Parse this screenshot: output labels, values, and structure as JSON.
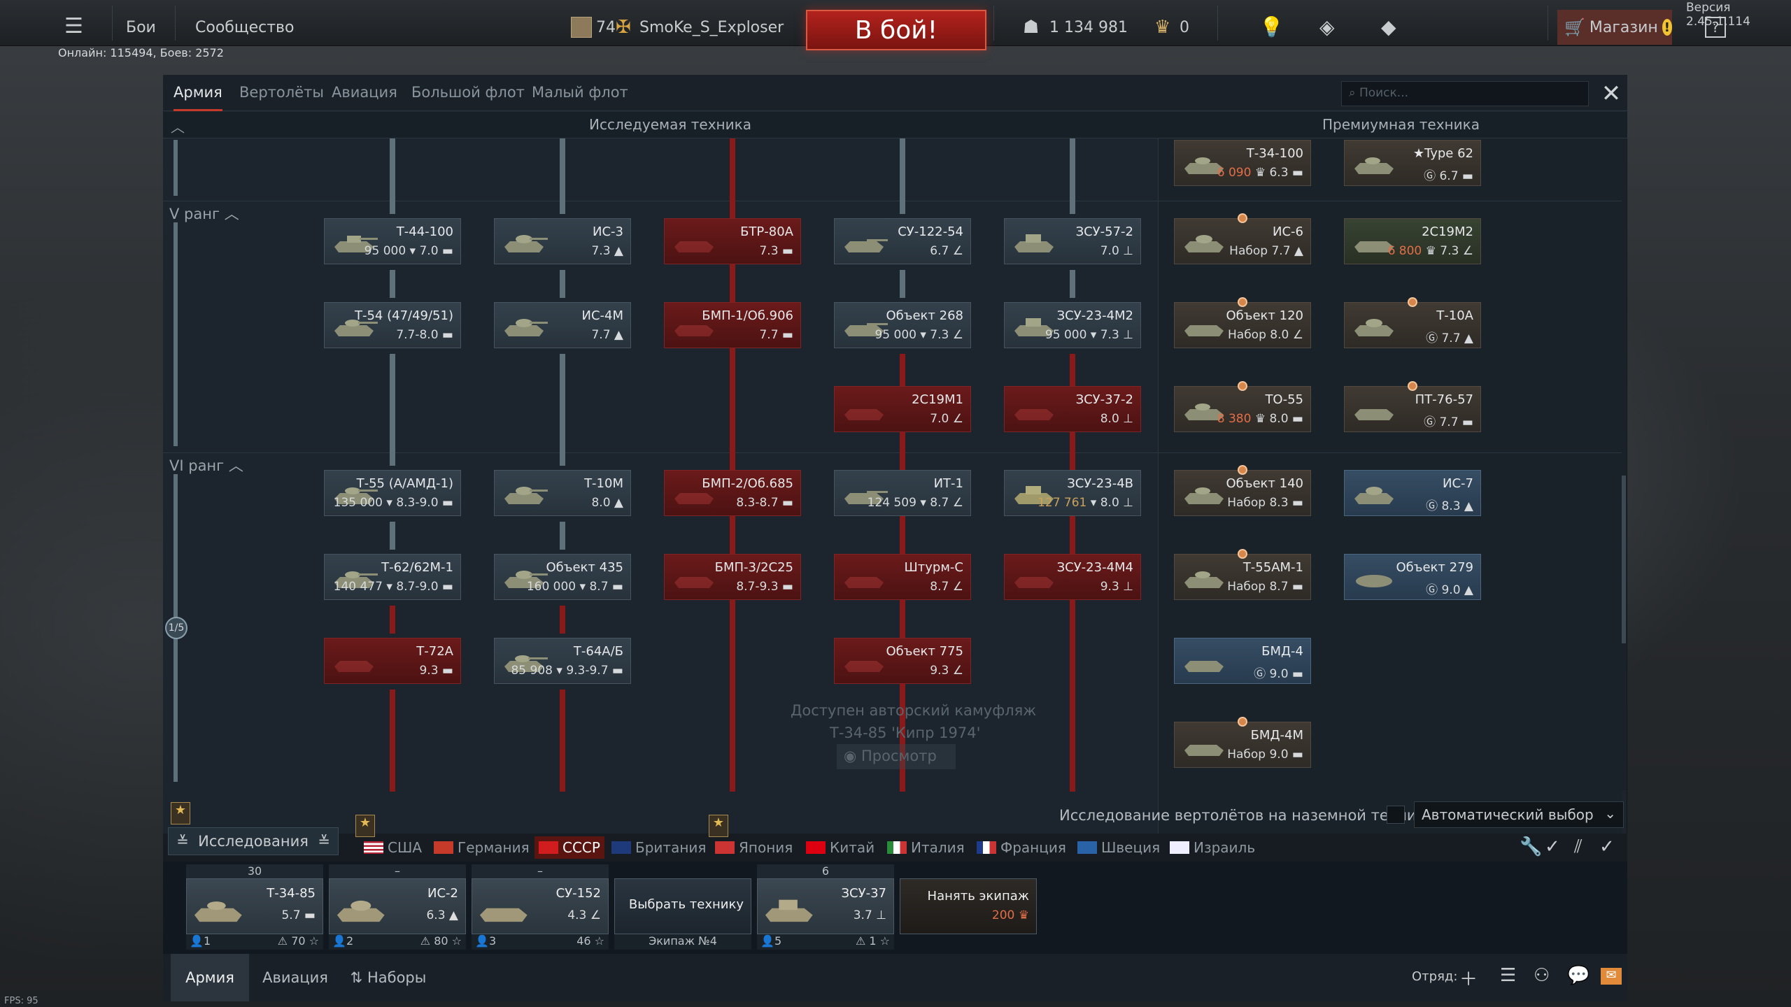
{
  "version": "Версия 2.45.1.114",
  "topbar": {
    "menu": "☰",
    "battles": "Бои",
    "community": "Сообщество",
    "level": "74",
    "username": "SmoKe_S_Exploser",
    "fight": "В бой!",
    "silver": "1 134 981",
    "gold": "0",
    "shop": "Магазин",
    "help": "?"
  },
  "online": "Онлайн: 115494, Боев: 2572",
  "tabs": [
    "Армия",
    "Вертолёты",
    "Авиация",
    "Большой флот",
    "Малый флот"
  ],
  "search_placeholder": "Поиск...",
  "close": "✕",
  "headers": {
    "research": "Исследуемая техника",
    "premium": "Премиумная техника"
  },
  "ranks": {
    "r5": "V ранг",
    "r6": "VI ранг"
  },
  "progress_badge": "1/5",
  "camo": {
    "line1": "Доступен авторский камуфляж",
    "line2": "Т-34-85 'Кипр 1974'",
    "btn": "Просмотр"
  },
  "vehicles": {
    "t44": {
      "name": "Т-44-100",
      "stat": "95 000",
      "br": "7.0"
    },
    "is3": {
      "name": "ИС-3",
      "br": "7.3"
    },
    "btr80": {
      "name": "БТР-80А",
      "br": "7.3"
    },
    "su122": {
      "name": "СУ-122-54",
      "br": "6.7"
    },
    "zsu57": {
      "name": "ЗСУ-57-2",
      "br": "7.0"
    },
    "t54": {
      "name": "Т-54 (47/49/51)",
      "br": "7.7-8.0"
    },
    "is4": {
      "name": "ИС-4М",
      "br": "7.7"
    },
    "bmp1": {
      "name": "БМП-1/Об.906",
      "br": "7.7"
    },
    "ob268": {
      "name": "Объект 268",
      "stat": "95 000",
      "br": "7.3"
    },
    "zsu23m2": {
      "name": "ЗСУ-23-4М2",
      "stat": "95 000",
      "br": "7.3"
    },
    "s2c19m1": {
      "name": "2С19М1",
      "br": "7.0"
    },
    "zsu37": {
      "name": "ЗСУ-37-2",
      "br": "8.0"
    },
    "t55": {
      "name": "Т-55 (А/АМД-1)",
      "stat": "135 000",
      "br": "8.3-9.0"
    },
    "t10m": {
      "name": "Т-10М",
      "br": "8.0"
    },
    "bmp2": {
      "name": "БМП-2/Об.685",
      "br": "8.3-8.7"
    },
    "it1": {
      "name": "ИТ-1",
      "stat": "124 509",
      "br": "8.7"
    },
    "zsu4v": {
      "name": "ЗСУ-23-4В",
      "stat": "127 761",
      "br": "8.0"
    },
    "t62": {
      "name": "Т-62/62М-1",
      "stat": "140 477",
      "br": "8.7-9.0"
    },
    "ob435": {
      "name": "Объект 435",
      "stat": "160 000",
      "br": "8.7"
    },
    "bmp3": {
      "name": "БМП-3/2С25",
      "br": "8.7-9.3"
    },
    "shturm": {
      "name": "Штурм-С",
      "br": "8.7"
    },
    "zsu4m4": {
      "name": "ЗСУ-23-4М4",
      "br": "9.3"
    },
    "t72a": {
      "name": "Т-72А",
      "br": "9.3"
    },
    "t64": {
      "name": "Т-64А/Б",
      "stat": "85 908",
      "br": "9.3-9.7"
    },
    "ob775": {
      "name": "Объект 775",
      "br": "9.3"
    }
  },
  "premium": {
    "t34100": {
      "name": "Т-34-100",
      "stat": "6 090",
      "br": "6.3"
    },
    "type62": {
      "name": "★Type 62",
      "br": "6.7"
    },
    "is6": {
      "name": "ИС-6",
      "stat": "Набор",
      "br": "7.7"
    },
    "s2c19m2": {
      "name": "2С19М2",
      "stat": "6 800",
      "br": "7.3"
    },
    "ob120": {
      "name": "Объект 120",
      "stat": "Набор",
      "br": "8.0"
    },
    "t10a": {
      "name": "Т-10А",
      "br": "7.7"
    },
    "to55": {
      "name": "ТО-55",
      "stat": "8 380",
      "br": "8.0"
    },
    "pt76": {
      "name": "ПТ-76-57",
      "br": "7.7"
    },
    "ob140": {
      "name": "Объект 140",
      "stat": "Набор",
      "br": "8.3"
    },
    "is7": {
      "name": "ИС-7",
      "br": "8.3"
    },
    "t55am1": {
      "name": "Т-55АМ-1",
      "stat": "Набор",
      "br": "8.7"
    },
    "ob279": {
      "name": "Объект 279",
      "br": "9.0"
    },
    "bmd4": {
      "name": "БМД-4",
      "br": "9.0"
    },
    "bmd4m": {
      "name": "БМД-4М",
      "stat": "Набор",
      "br": "9.0"
    }
  },
  "heli_research": "Исследование вертолётов на наземной технике",
  "auto_select": "Автоматический выбор",
  "research_btn": "Исследования",
  "nations": [
    "США",
    "Германия",
    "СССР",
    "Британия",
    "Япония",
    "Китай",
    "Италия",
    "Франция",
    "Швеция",
    "Израиль"
  ],
  "crew": [
    {
      "top": "30",
      "name": "Т-34-85",
      "br": "5.7",
      "num": "1",
      "val": "70"
    },
    {
      "top": "–",
      "name": "ИС-2",
      "br": "6.3",
      "num": "2",
      "val": "80"
    },
    {
      "top": "–",
      "name": "СУ-152",
      "br": "4.3",
      "num": "3",
      "val": "46"
    },
    {
      "top": "",
      "name": "Выбрать технику",
      "br": "",
      "num": "",
      "val": "Экипаж №4"
    },
    {
      "top": "6",
      "name": "ЗСУ-37",
      "br": "3.7",
      "num": "5",
      "val": "1"
    },
    {
      "top": "",
      "name": "Нанять экипаж",
      "br": "200",
      "num": "",
      "val": ""
    }
  ],
  "bottom": {
    "army": "Армия",
    "aviation": "Авиация",
    "sets": "Наборы",
    "squad": "Отряд:"
  },
  "fps": "FPS: 95"
}
